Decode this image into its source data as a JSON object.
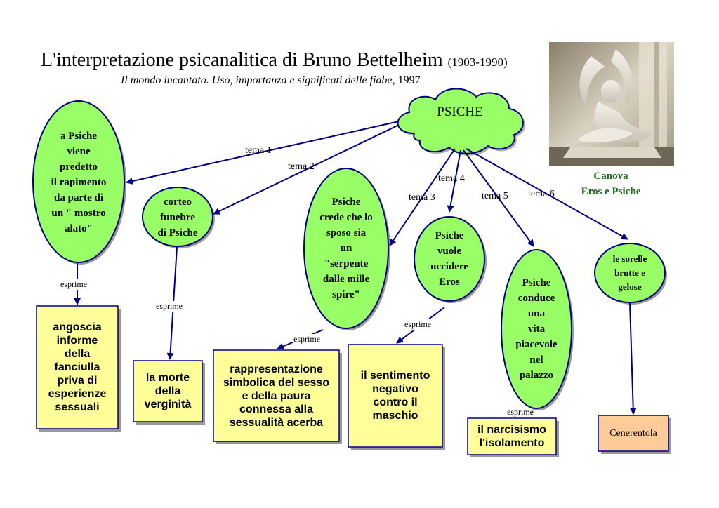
{
  "header": {
    "title": "L'interpretazione psicanalitica di Bruno Bettelheim",
    "years": "(1903-1990)",
    "subtitle_italic": "Il mondo incantato. Uso, importanza e significati delle fiabe",
    "subtitle_year": ", 1997"
  },
  "image": {
    "caption_line1": "Canova",
    "caption_line2": "Eros e Psiche"
  },
  "central": {
    "label": "PSICHE"
  },
  "themes": {
    "t1": "tema 1",
    "t2": "tema 2",
    "t3": "tema 3",
    "t4": "tema 4",
    "t5": "tema 5",
    "t6": "tema 6"
  },
  "nodes": {
    "n1": "a Psiche\nviene\npredetto\nil rapimento\nda parte di\nun \" mostro\nalato\"",
    "n2": "corteo\nfunebre\ndi Psiche",
    "n3": "Psiche\ncrede che lo\nsposo sia\nun\n\"serpente\ndalle mille\nspire\"",
    "n4": "Psiche\nvuole\nuccidere\nEros",
    "n5": "Psiche\nconduce\nuna\nvita\npiacevole\nnel\npalazzo",
    "n6": "le sorelle\nbrutte e\ngelose"
  },
  "links": {
    "e1": "esprime",
    "e2": "esprime",
    "e3": "esprime",
    "e4": "esprime",
    "e5": "esprime"
  },
  "boxes": {
    "b1": "angoscia\ninforme\ndella\nfanciulla\npriva  di\nesperienze\nsessuali",
    "b2": "la morte\ndella\nverginità",
    "b3": "rappresentazione\nsimbolica del sesso\ne della paura\nconnessa alla\nsessualità acerba",
    "b4": "il sentimento\nnegativo\ncontro il\nmaschio",
    "b5": "il narcisismo\nl'isolamento",
    "b6": "Cenerentola"
  },
  "colors": {
    "node_fill": "#99ff66",
    "box_fill": "#ffff99",
    "cenerentola_fill": "#ffcc99",
    "arrow": "#000080",
    "caption": "#1f6b1f"
  }
}
